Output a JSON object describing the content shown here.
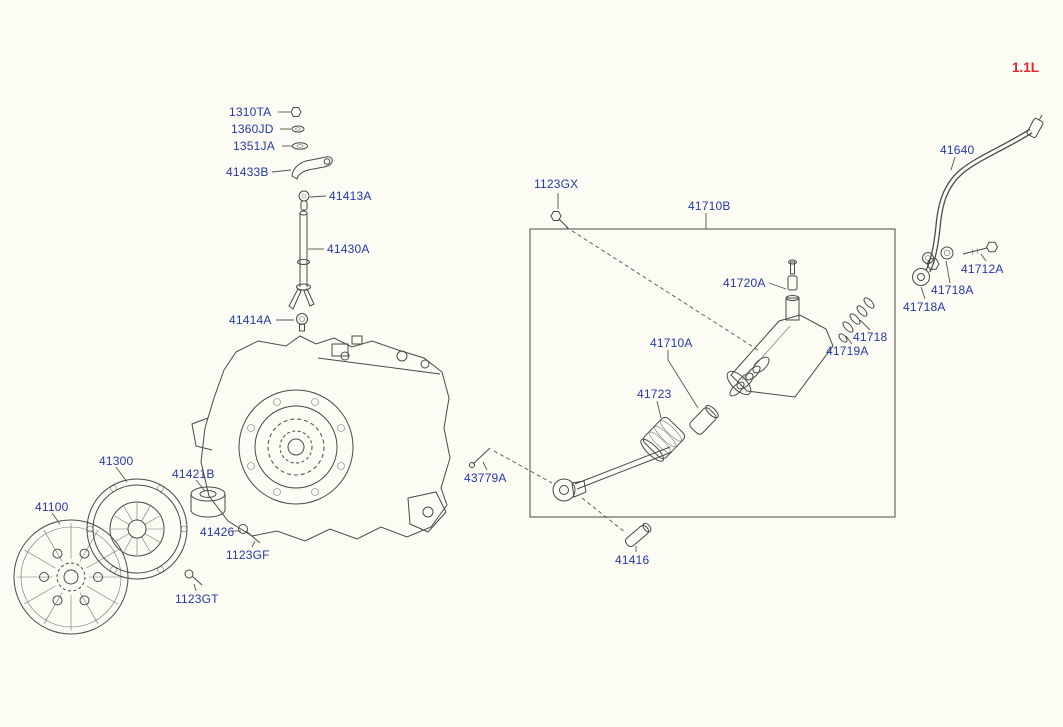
{
  "page": {
    "variant_label": "1.1L",
    "variant_color": "#e8232a",
    "label_color": "#2438a6",
    "background": "#fcfcf5"
  },
  "labels": [
    {
      "text": "1310TA"
    },
    {
      "text": "1360JD"
    },
    {
      "text": "1351JA"
    },
    {
      "text": "41433B"
    },
    {
      "text": "41413A"
    },
    {
      "text": "41430A"
    },
    {
      "text": "41414A"
    },
    {
      "text": "1123GX"
    },
    {
      "text": "41710B"
    },
    {
      "text": "41640"
    },
    {
      "text": "41712A"
    },
    {
      "text": "41718A"
    },
    {
      "text": "41718A"
    },
    {
      "text": "41720A"
    },
    {
      "text": "41718"
    },
    {
      "text": "41719A"
    },
    {
      "text": "41710A"
    },
    {
      "text": "41723"
    },
    {
      "text": "43779A"
    },
    {
      "text": "41300"
    },
    {
      "text": "41421B"
    },
    {
      "text": "41100"
    },
    {
      "text": "41426"
    },
    {
      "text": "1123GF"
    },
    {
      "text": "1123GT"
    },
    {
      "text": "41416"
    }
  ]
}
